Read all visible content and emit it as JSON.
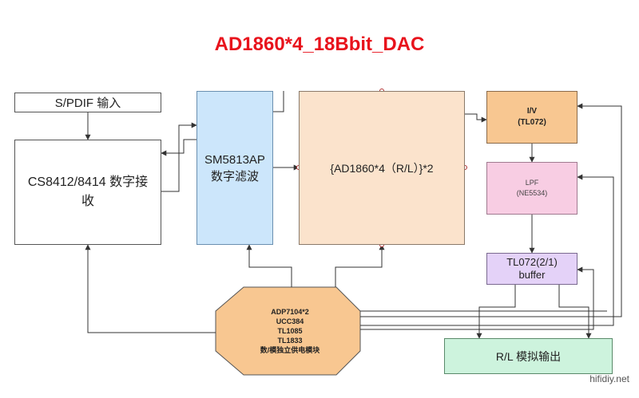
{
  "title": "AD1860*4_18Bbit_DAC",
  "blocks": {
    "spdif": "S/PDIF 输入",
    "receiver": "CS8412/8414 数字接收",
    "filter_line1": "SM5813AP",
    "filter_line2": "数字滤波",
    "dac": "{AD1860*4（R/L）}*2",
    "iv_line1": "I/V",
    "iv_line2": "(TL072)",
    "lpf_line1": "LPF",
    "lpf_line2": "(NE5534)",
    "buffer_line1": "TL072(2/1)",
    "buffer_line2": "buffer",
    "output": "R/L 模拟输出"
  },
  "psu": {
    "lines": [
      "ADP7104*2",
      "UCC384",
      "TL1085",
      "TL1833",
      "数/模独立供电模块"
    ]
  },
  "watermark": "hifidiy.net",
  "colors": {
    "title": "#e8131c",
    "filter": "#cce6fb",
    "dac": "#fbe3cc",
    "iv": "#f8c791",
    "lpf": "#f8cde3",
    "buffer": "#e4d2f8",
    "output": "#cdf3dd",
    "psu": "#f8c791"
  }
}
